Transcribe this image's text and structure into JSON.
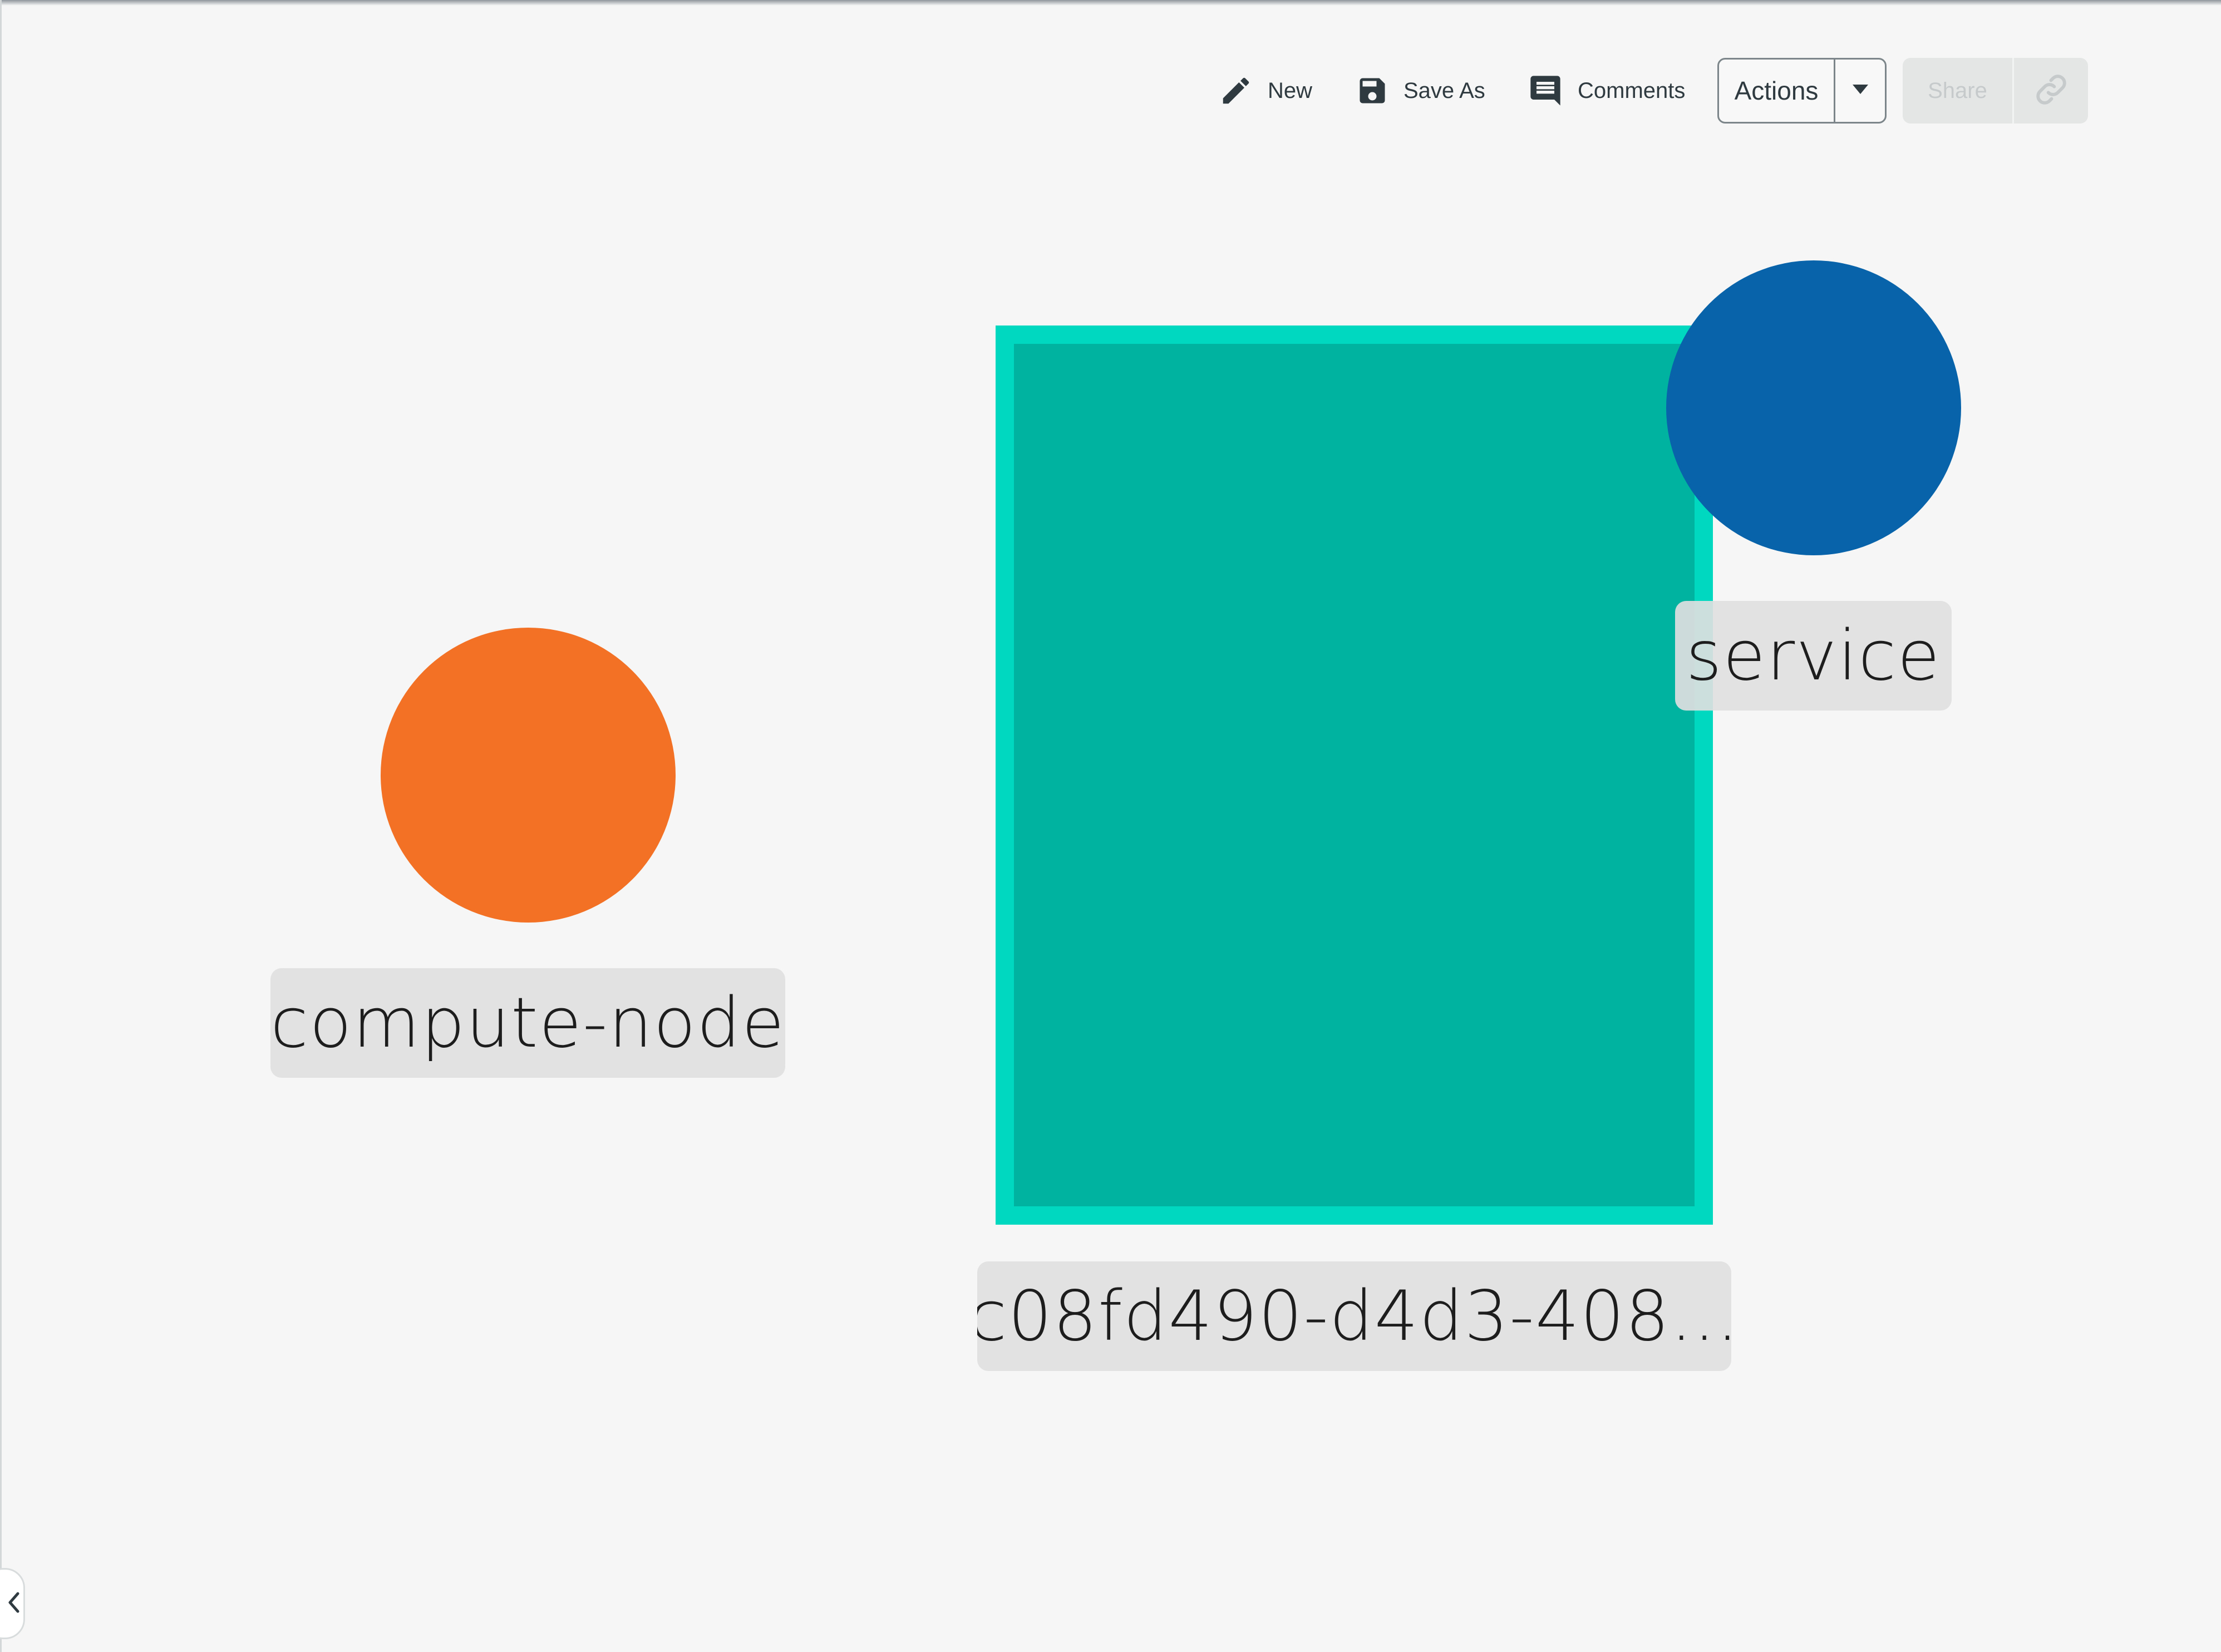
{
  "toolbar": {
    "new_label": "New",
    "save_as_label": "Save As",
    "comments_label": "Comments",
    "actions_label": "Actions",
    "share_label": "Share"
  },
  "diagram": {
    "nodes": [
      {
        "label": "compute-node",
        "color": "#f37125",
        "shape": "circle"
      },
      {
        "label": "service",
        "color": "#0863aa",
        "shape": "circle"
      },
      {
        "label": "c08fd490-d4d3-408...",
        "fill_color": "#00b3a0",
        "border_color": "#00d9c0",
        "shape": "rectangle"
      }
    ]
  },
  "colors": {
    "background": "#f5f6f5",
    "label_background": "#dedfde",
    "toolbar_text": "#2f3a40"
  },
  "icons": {
    "new": "pencil-icon",
    "save_as": "floppy-disk-icon",
    "comments": "comment-icon",
    "actions_dropdown": "caret-down-icon",
    "share_link": "link-icon",
    "collapse": "chevron-left-icon"
  }
}
